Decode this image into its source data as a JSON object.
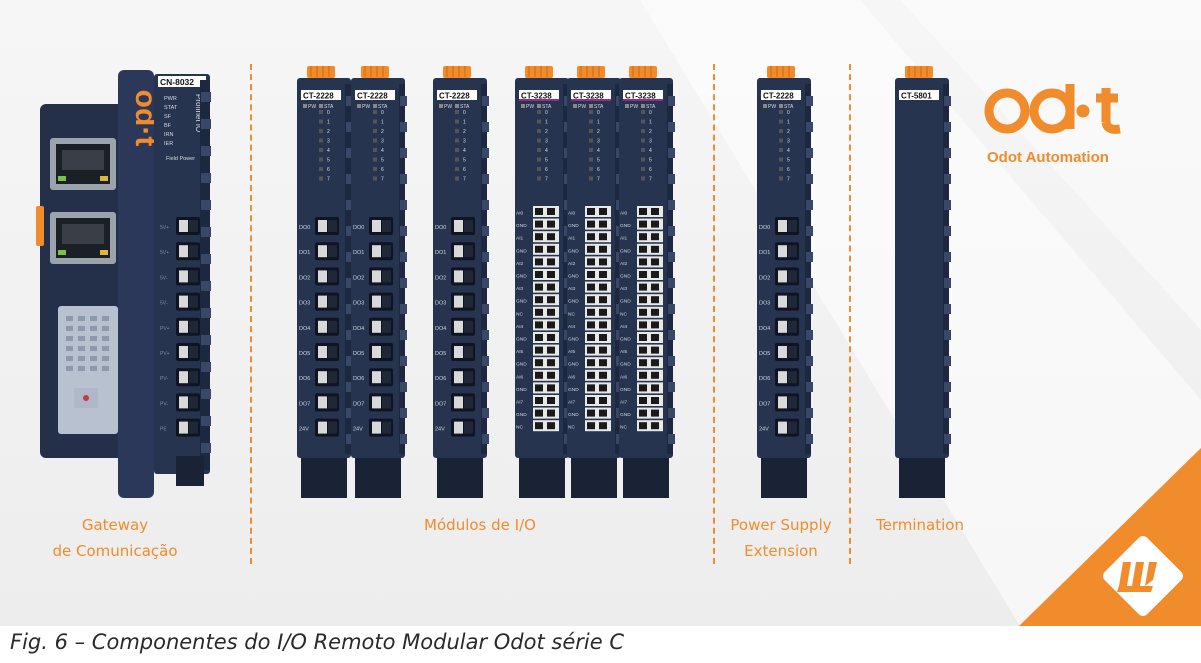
{
  "brand": {
    "logo_text": "od·t",
    "name": "Odot Automation"
  },
  "labels": {
    "gateway_line1": "Gateway",
    "gateway_line2": "de Comunicação",
    "io_modules": "Módulos de I/O",
    "power_supply_line1": "Power Supply",
    "power_supply_line2": "Extension",
    "termination": "Termination"
  },
  "gateway": {
    "model": "CN-8032",
    "logo": "od·t",
    "protocol": "Profinet IO",
    "leds": [
      "PWR",
      "STAT",
      "SF",
      "BF",
      "IRN",
      "IER"
    ],
    "field_power": "Field Power",
    "terminals": [
      "5V+",
      "5V+",
      "5V-",
      "5V-",
      "PV+",
      "PV+",
      "PV-",
      "PV-",
      "PE"
    ]
  },
  "do_module": {
    "model": "CT-2228",
    "pw": "PW",
    "sta": "STA",
    "channels": [
      "0",
      "1",
      "2",
      "3",
      "4",
      "5",
      "6",
      "7"
    ],
    "terminals": [
      "DO0",
      "DO1",
      "DO2",
      "DO3",
      "DO4",
      "DO5",
      "DO6",
      "DO7",
      "24V"
    ]
  },
  "ai_module": {
    "model": "CT-3238",
    "pw": "PW",
    "sta": "STA",
    "channels": [
      "0",
      "1",
      "2",
      "3",
      "4",
      "5",
      "6",
      "7"
    ],
    "terminals": [
      "AI0",
      "GND",
      "AI1",
      "GND",
      "AI2",
      "GND",
      "AI3",
      "GND",
      "NC",
      "AI4",
      "GND",
      "AI5",
      "GND",
      "AI6",
      "GND",
      "AI7",
      "GND",
      "NC"
    ]
  },
  "termination": {
    "model": "CT-5801"
  },
  "caption": "Fig. 6 – Componentes do I/O Remoto Modular Odot série C",
  "colors": {
    "accent": "#f08c2c",
    "module_body": "#27344f",
    "module_dark": "#1c2740"
  }
}
